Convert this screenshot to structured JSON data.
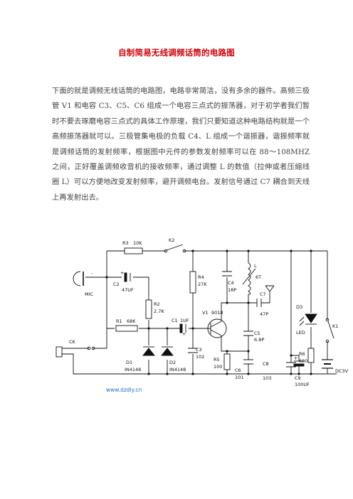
{
  "title": "自制简易无线调频话筒的电路图",
  "body": "下面的就是调频无线话筒的电路图，电路非常简洁，没有多余的器件。高频三极管 V1 和电容 C3、C5、C6 组成一个电容三点式的振荡器，对于初学者我们暂时不要去琢磨电容三点式的具体工作原理，我们只要知道这种电路结构就是一个高频振荡器就可以。三极管集电极的负载 C4、L 组成一个谐振器，谐振频率就是调频话筒的发射频率，根据图中元件的参数发射频率可以在 88～108MHZ 之间，正好覆盖调频收音机的接收频率，通过调整 L 的数值（拉伸或者压缩线圈 L）可以方便地改变发射频率，避开调频电台。发射信号通过 C7 耦合到天线上再发射出去。",
  "schematic": {
    "labels": {
      "r3": "R3",
      "r3_val": "10K",
      "k2": "K2",
      "mic": "MIC",
      "mic_minus": "-",
      "c2": "C2",
      "c2_val": "47UF",
      "c2_plus": "+",
      "r2": "R2",
      "r2_val": "2.7K",
      "r1": "R1",
      "r1_val": "68K",
      "c1": "C1",
      "c1_val": "1UF",
      "c1_plus": "+",
      "ck": "CK",
      "d1": "D1",
      "d1_val": "IN4148",
      "d2": "D2",
      "d2_val": "IN4148",
      "r4": "R4",
      "r4_val": "27K",
      "c3": "C3",
      "c3_val": "102",
      "v1": "V1",
      "v1_val": "9018",
      "r5": "R5",
      "r5_val": "100",
      "c4": "C4",
      "c4_val": "18P",
      "l": "L",
      "l_val": "6T",
      "c7": "C7",
      "c7_val": "47P",
      "c5": "C5",
      "c5_val": "6.8P",
      "c6": "C6",
      "c6_val": "101",
      "c8": "C8",
      "c8_val": "103",
      "c9": "C9",
      "c9_val": "100UF",
      "c9_plus": "+",
      "d3": "D3",
      "d3_val": "LED",
      "r6": "R6",
      "r6_val": "680",
      "k1": "K1",
      "battery": "DC3V"
    },
    "watermark": "www.dzdiy.cn"
  }
}
